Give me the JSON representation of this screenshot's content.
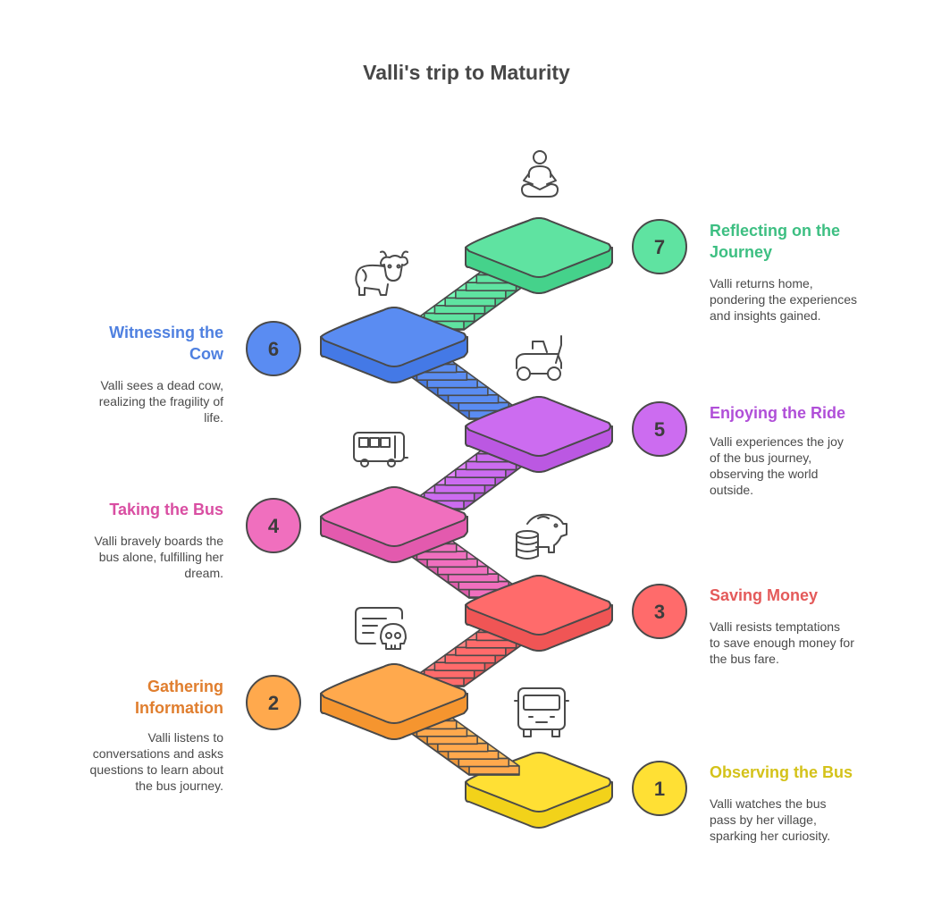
{
  "title": "Valli's trip to Maturity",
  "steps": [
    {
      "num": "1",
      "title": "Observing the Bus",
      "desc_lines": [
        "Valli watches the bus",
        "pass by her village,",
        "sparking her curiosity."
      ],
      "color": "#ffe034",
      "dark": "#f2d21a",
      "text_color": "#d4c21a",
      "icon": "bus-front-icon"
    },
    {
      "num": "2",
      "title_lines": [
        "Gathering",
        "Information"
      ],
      "desc_lines": [
        "Valli listens to",
        "conversations and asks",
        "questions to learn about",
        "the bus journey."
      ],
      "color": "#ffa94d",
      "dark": "#f5952f",
      "text_color": "#e07e2e",
      "icon": "notes-skull-icon"
    },
    {
      "num": "3",
      "title": "Saving Money",
      "desc_lines": [
        "Valli resists temptations",
        "to save enough money for",
        "the bus fare."
      ],
      "color": "#ff6b6b",
      "dark": "#f05555",
      "text_color": "#e45a5a",
      "icon": "piggy-bank-coins-icon"
    },
    {
      "num": "4",
      "title": "Taking the Bus",
      "desc_lines": [
        "Valli bravely boards the",
        "bus alone, fulfilling her",
        "dream."
      ],
      "color": "#f06fbe",
      "dark": "#e35aae",
      "text_color": "#d94ea2",
      "icon": "bus-side-icon"
    },
    {
      "num": "5",
      "title": "Enjoying the Ride",
      "desc_lines": [
        "Valli experiences the joy",
        "of the bus journey,",
        "observing the world",
        "outside."
      ],
      "color": "#cc6cf0",
      "dark": "#bb58e2",
      "text_color": "#b04fd8",
      "icon": "vehicle-ride-icon"
    },
    {
      "num": "6",
      "title_lines": [
        "Witnessing the",
        "Cow"
      ],
      "desc_lines": [
        "Valli sees a dead cow,",
        "realizing the fragility of",
        "life."
      ],
      "color": "#5a8cf2",
      "dark": "#4479e6",
      "text_color": "#4f80e0",
      "icon": "cow-icon"
    },
    {
      "num": "7",
      "title_lines": [
        "Reflecting on the",
        "Journey"
      ],
      "desc_lines": [
        "Valli returns home,",
        "pondering the experiences",
        "and insights gained."
      ],
      "color": "#5fe3a1",
      "dark": "#45d28b",
      "text_color": "#3dbf82",
      "icon": "meditation-icon"
    }
  ]
}
